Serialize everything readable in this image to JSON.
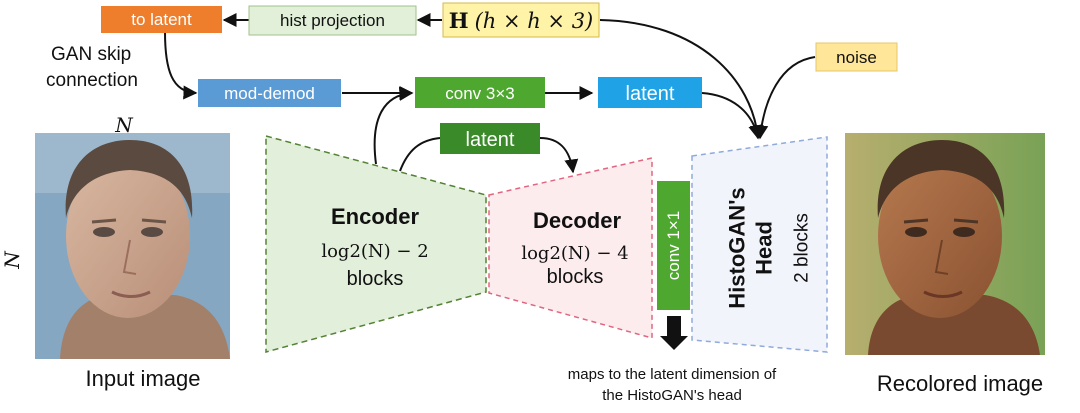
{
  "boxes": {
    "to_latent": {
      "label": "to latent",
      "fill": "#ee7d2c"
    },
    "hist_projection": {
      "label": "hist projection",
      "fill": "#e2f0d9"
    },
    "histogram": {
      "bold": "H",
      "rest": "(h × h × 3)",
      "fill": "#fff3a8"
    },
    "mod_demod": {
      "label": "mod-demod",
      "fill": "#5b9bd5"
    },
    "conv3": {
      "label": "conv 3×3",
      "fill": "#4ea72e"
    },
    "latent_top": {
      "label": "latent",
      "fill": "#1fa3e6"
    },
    "noise": {
      "label": "noise",
      "fill": "#ffe699"
    },
    "latent_mid": {
      "label": "latent",
      "fill": "#3a8a2a"
    },
    "conv1": {
      "label": "conv 1×1",
      "fill": "#4ea72e"
    }
  },
  "skip_label": {
    "line1": "GAN skip",
    "line2": "connection"
  },
  "dimensions": {
    "width_label": "N",
    "height_label": "N"
  },
  "encoder": {
    "title": "Encoder",
    "formula": "log2(N) − 2",
    "unit": "blocks",
    "fill": "#e2efda",
    "stroke": "#548235"
  },
  "decoder": {
    "title": "Decoder",
    "formula": "log2(N) − 4",
    "unit": "blocks",
    "fill": "#fdecee",
    "stroke": "#e06680"
  },
  "head": {
    "title_line1": "HistoGAN's",
    "title_line2": "Head",
    "blocks": "2 blocks",
    "fill": "#f2f4fb",
    "stroke": "#8faadc"
  },
  "note": {
    "line1": "maps to the latent dimension of",
    "line2": "the HistoGAN's head"
  },
  "captions": {
    "input": "Input image",
    "output": "Recolored image"
  }
}
